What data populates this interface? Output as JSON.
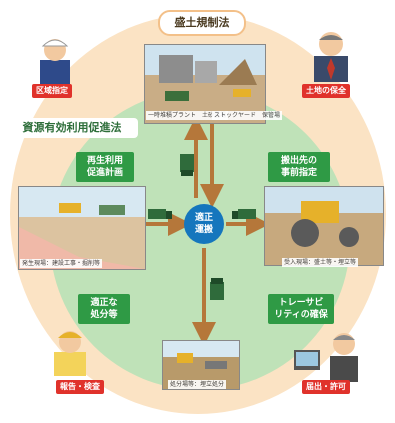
{
  "title": "盛土規制法",
  "subtitle": "資源有効利用促進法",
  "center": {
    "line1": "適正",
    "line2": "運搬"
  },
  "green_labels": {
    "recycle_plan": {
      "line1": "再生利用",
      "line2": "促進計画"
    },
    "destination": {
      "line1": "搬出先の",
      "line2": "事前指定"
    },
    "disposal": {
      "line1": "適正な",
      "line2": "処分等"
    },
    "traceability": {
      "line1": "トレーサビ",
      "line2": "リティの確保"
    }
  },
  "red_labels": {
    "zone": "区域指定",
    "land": "土地の保全",
    "report": "報告・検査",
    "permit": "届出・許可"
  },
  "captions": {
    "plant_left": "一時堆積プラント　土砂置場",
    "plant_right": "ストックヤード　保管場",
    "site_left": "発生現場：建設工事・掘削等",
    "site_right": "受入現場：盛土等・埋立等",
    "site_bottom": "処分場等：埋立処分"
  },
  "colors": {
    "outer_ring": "#fbe3c4",
    "inner_circle": "#bfe2b8",
    "green_box": "#2f9a45",
    "red_label": "#e0322b",
    "center": "#1576bd",
    "arrow": "#b5773a"
  },
  "icons": [
    "person-helmet-icon",
    "person-suit-icon",
    "person-inspector-icon",
    "person-office-icon",
    "truck-icon"
  ]
}
